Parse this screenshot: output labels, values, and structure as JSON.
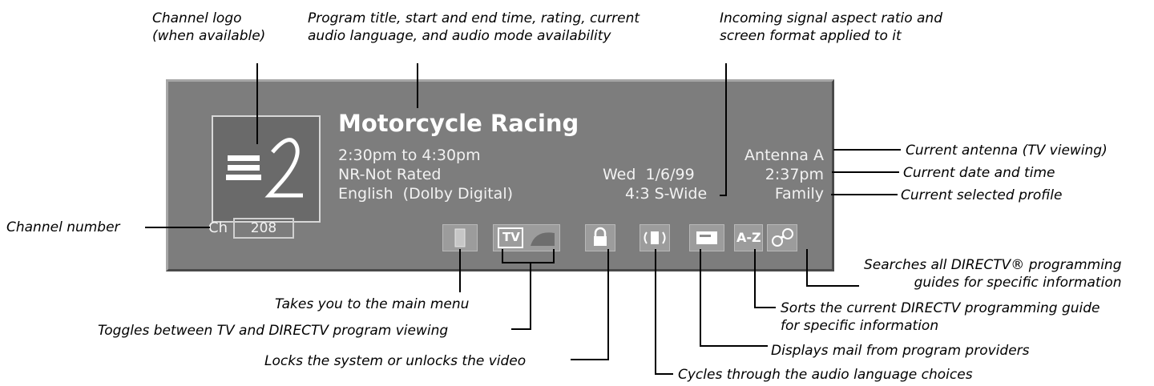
{
  "panel": {
    "title": "Motorcycle Racing",
    "time": "2:30pm to 4:30pm",
    "rating": "NR-Not Rated",
    "audio": "English  (Dolby Digital)",
    "date": "Wed  1/6/99",
    "aspect": "4:3 S-Wide",
    "antenna": "Antenna A",
    "clock": "2:37pm",
    "profile": "Family",
    "channel_label": "Ch",
    "channel_number": "208",
    "logo_name": "espn2-logo",
    "tv_label": "TV",
    "az_label": "A-Z"
  },
  "callouts": {
    "channel_logo": "Channel logo\n(when available)",
    "program_info": "Program title, start and end time, rating, current\naudio language, and audio mode availability",
    "aspect_ratio": "Incoming signal aspect ratio and\nscreen format applied to it",
    "antenna": "Current antenna (TV viewing)",
    "date_time": "Current date and time",
    "profile": "Current selected profile",
    "channel_number": "Channel number",
    "search": "Searches all DIRECTV® programming\nguides for specific information",
    "sort": "Sorts the current DIRECTV programming guide\nfor specific information",
    "mail": "Displays mail from program providers",
    "audio_cycle": "Cycles through the audio language choices",
    "main_menu": "Takes you to the main menu",
    "toggle": "Toggles between TV and DIRECTV program viewing",
    "lock": "Locks the system or unlocks the video"
  }
}
